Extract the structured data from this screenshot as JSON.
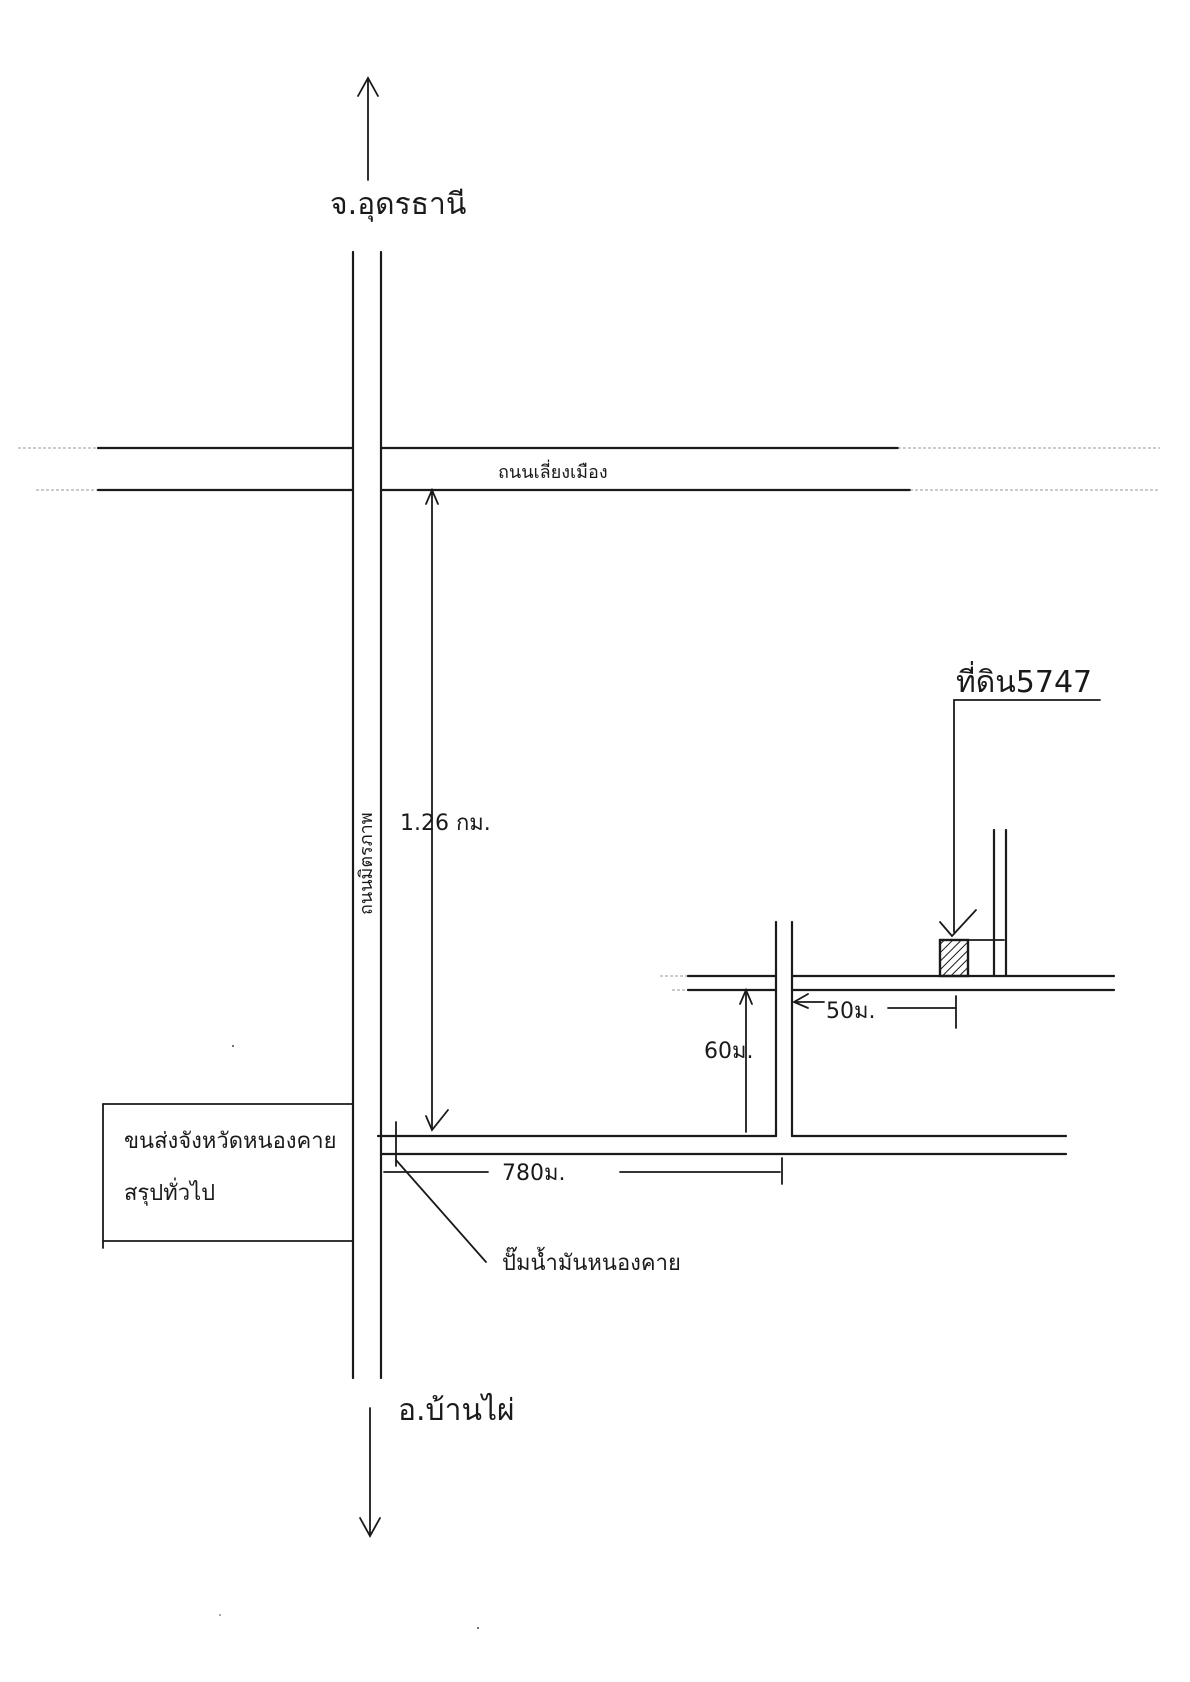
{
  "map": {
    "north_label": "จ.อุดรธานี",
    "south_label": "อ.บ้านไผ่",
    "road_crossing_label": "ถนนเลี่ยงเมือง",
    "road_main_label": "ถนนมิตรภาพ",
    "office_label_line1": "ขนส่งจังหวัดหนองคาย",
    "office_label_line2": "สรุปทั่วไป",
    "junction_label": "ปั๊มน้ำมันหนองคาย",
    "site_label": "ที่ดิน5747",
    "dist_main": "1.26 กม.",
    "dist_east": "780ม.",
    "dist_north_branch": "60ม.",
    "dist_site": "50ม.",
    "colors": {
      "ink": "#1a1a1a",
      "paper": "#ffffff",
      "faint": "#9a9a9a"
    },
    "icons": {
      "north": "arrow-up-icon",
      "south": "arrow-down-icon",
      "site": "hatched-square-icon"
    }
  }
}
